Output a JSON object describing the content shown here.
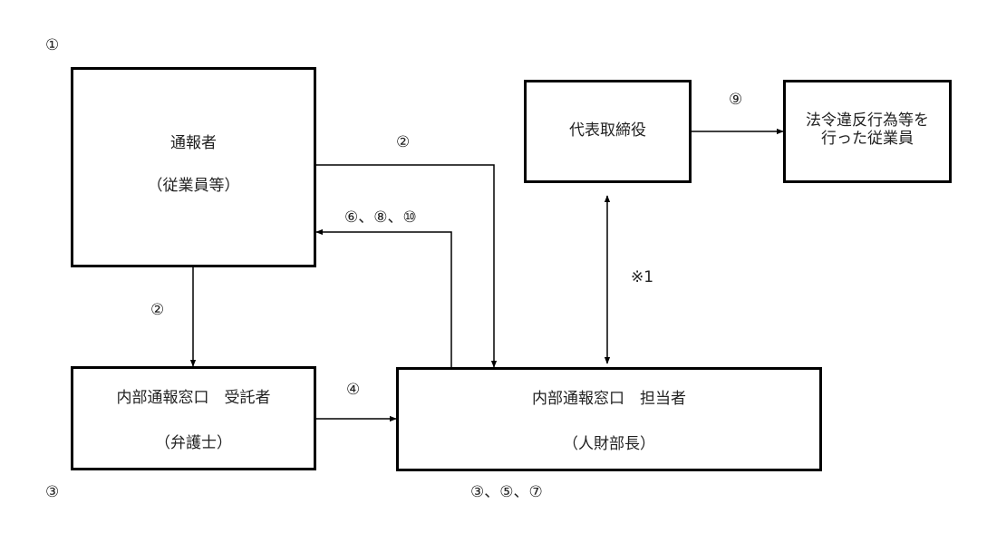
{
  "markers": {
    "one": "①",
    "three": "③"
  },
  "boxes": {
    "reporter": {
      "line1": "通報者",
      "line2": "（従業員等）"
    },
    "outside_desk": {
      "line1": "内部通報窓口　受託者",
      "line2": "（弁護士）"
    },
    "internal_desk": {
      "line1": "内部通報窓口　担当者",
      "line2": "（人財部長）"
    },
    "ceo": {
      "line1": "代表取締役"
    },
    "violator": {
      "line1": "法令違反行為等を行った従業員"
    }
  },
  "edge_labels": {
    "reporter_to_outside": "②",
    "reporter_to_internal": "②",
    "internal_to_reporter": "⑥、⑧、⑩",
    "outside_to_internal": "④",
    "ceo_internal": "※1",
    "ceo_to_violator": "⑨",
    "internal_actions": "③、⑤、⑦"
  },
  "colors": {
    "line": "#000000",
    "text": "#222222"
  }
}
